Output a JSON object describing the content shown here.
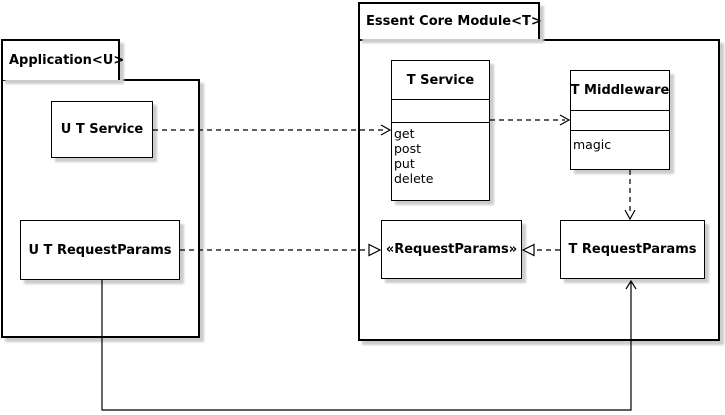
{
  "diagram": {
    "type": "uml-class-diagram",
    "background_color": "#ffffff",
    "line_color": "#000000",
    "box_fill_color": "#ffffff",
    "shadow_color": "#cccccc"
  },
  "packages": {
    "application": {
      "label": "Application<U>"
    },
    "essent_core_module": {
      "label": "Essent Core Module<T>"
    }
  },
  "classes": {
    "ut_service": {
      "label": "U T Service"
    },
    "ut_request_params": {
      "label": "U T RequestParams"
    },
    "t_service": {
      "label": "T Service",
      "methods": [
        "get",
        "post",
        "put",
        "delete"
      ]
    },
    "t_middleware": {
      "label": "T Middleware",
      "members": [
        "magic"
      ]
    },
    "request_params_interface": {
      "label": "«RequestParams»"
    },
    "t_request_params": {
      "label": "T RequestParams"
    }
  },
  "relations": [
    {
      "from": "U T Service",
      "to": "T Service",
      "style": "dashed",
      "arrow": "open"
    },
    {
      "from": "T Service",
      "to": "T Middleware",
      "style": "dashed",
      "arrow": "open"
    },
    {
      "from": "T Middleware",
      "to": "T RequestParams",
      "style": "dashed",
      "arrow": "open"
    },
    {
      "from": "U T RequestParams",
      "to": "«RequestParams»",
      "style": "dashed",
      "arrow": "hollow-triangle"
    },
    {
      "from": "T RequestParams",
      "to": "«RequestParams»",
      "style": "dashed",
      "arrow": "hollow-triangle"
    },
    {
      "from": "U T RequestParams",
      "to": "T RequestParams",
      "style": "solid",
      "arrow": "open"
    }
  ]
}
